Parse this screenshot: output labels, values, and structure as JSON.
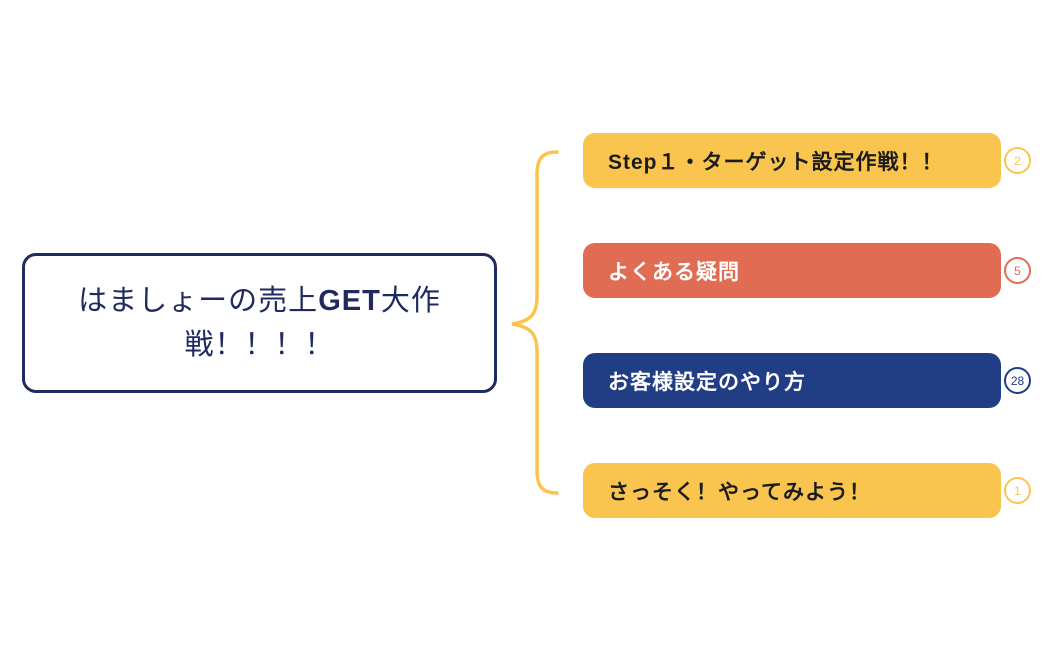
{
  "center_node": {
    "line1_pre": "はましょーの売上",
    "line1_bold": "GET",
    "line1_post": "大作",
    "line2": "戦！！！！",
    "full_title": "はましょーの売上GET大作戦！！！！"
  },
  "branches": [
    {
      "label": "Step１・ターゲット設定作戦！！",
      "count": "2",
      "bg": "#fac54f",
      "text_color": "#1c1c1c"
    },
    {
      "label": "よくある疑問",
      "count": "5",
      "bg": "#e16c54",
      "text_color": "#ffffff"
    },
    {
      "label": "お客様設定のやり方",
      "count": "28",
      "bg": "#213d84",
      "text_color": "#ffffff"
    },
    {
      "label": "さっそく！やってみよう！",
      "count": "1",
      "bg": "#fac54f",
      "text_color": "#1c1c1c"
    }
  ],
  "colors": {
    "accent_yellow": "#fac54f",
    "coral": "#e16c54",
    "navy": "#213d84",
    "center_border": "#202a60",
    "background": "#ffffff"
  }
}
